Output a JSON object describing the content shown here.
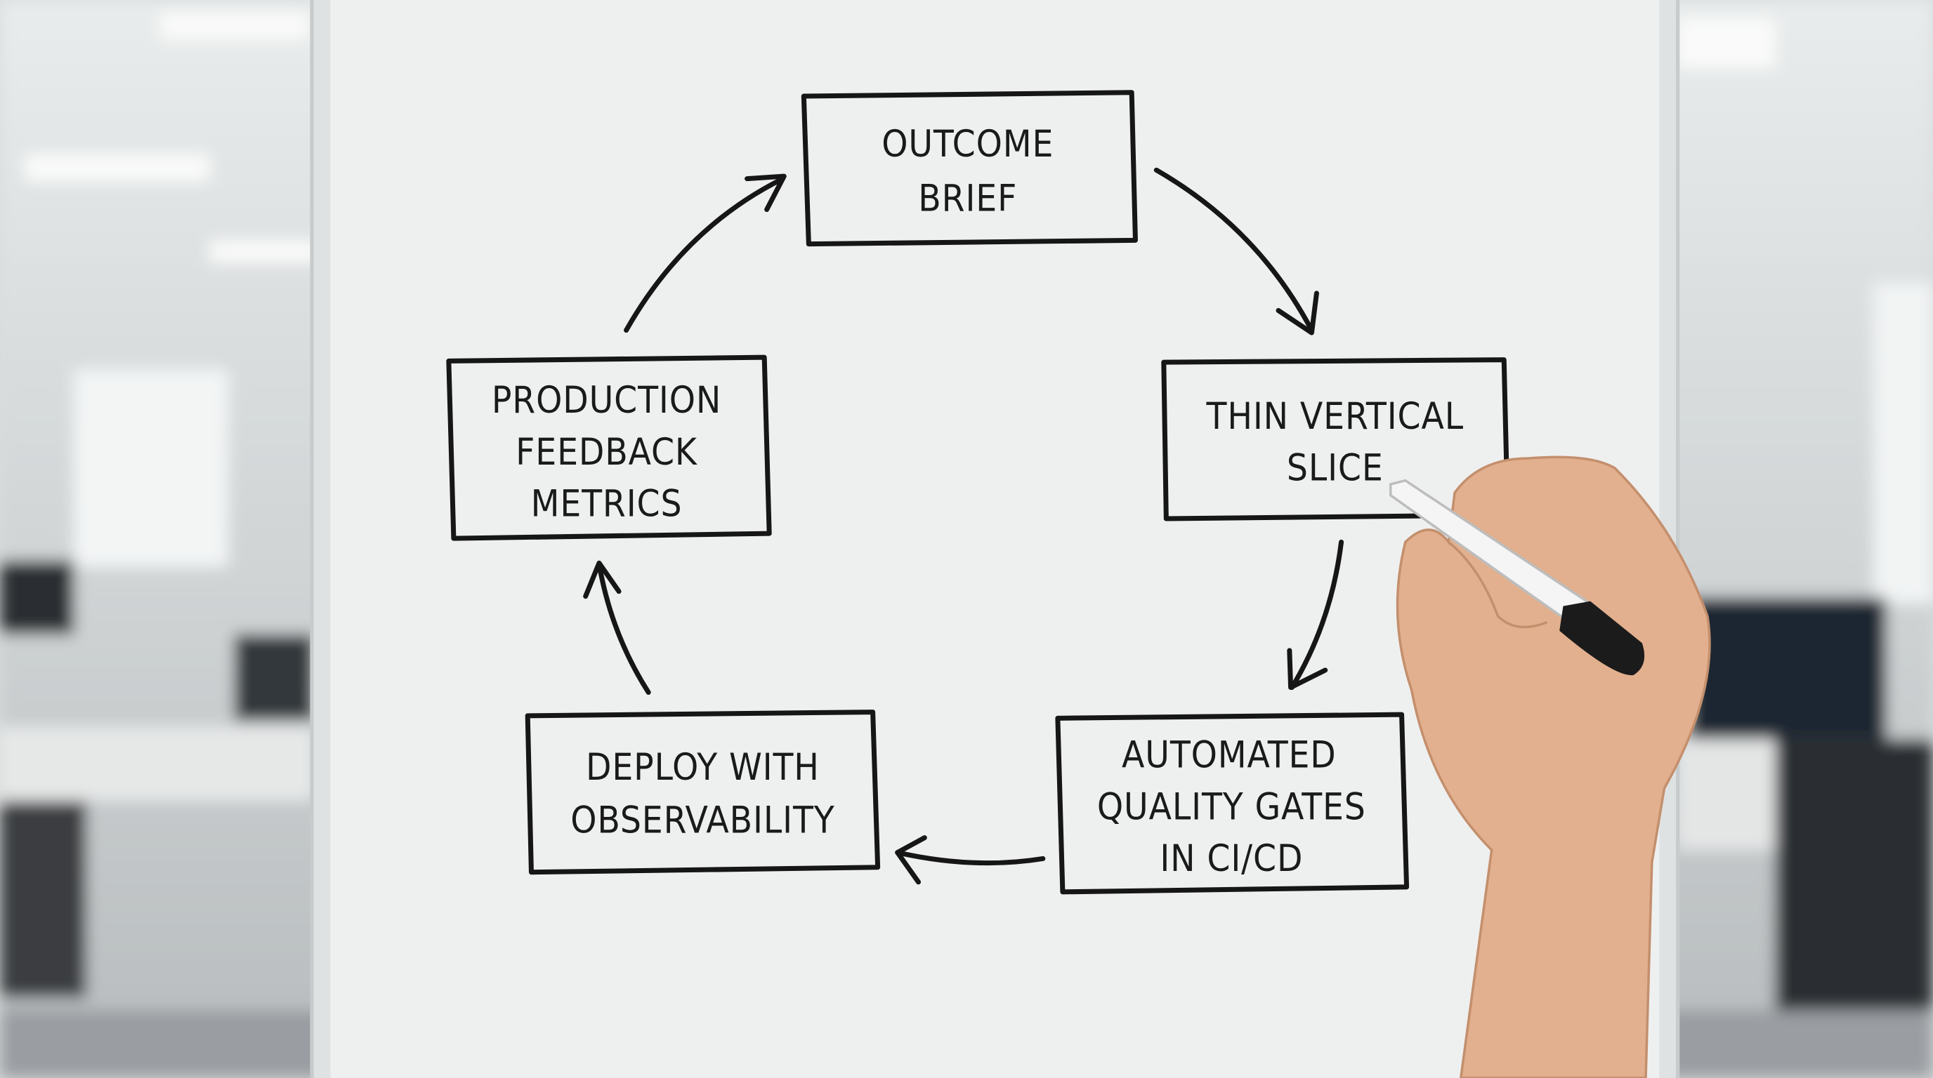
{
  "diagram": {
    "type": "cycle",
    "nodes": [
      {
        "id": "outcome",
        "lines": [
          "OUTCOME",
          "BRIEF"
        ]
      },
      {
        "id": "slice",
        "lines": [
          "THIN VERTICAL",
          "SLICE"
        ]
      },
      {
        "id": "gates",
        "lines": [
          "AUTOMATED",
          "QUALITY GATES",
          "IN CI/CD"
        ]
      },
      {
        "id": "deploy",
        "lines": [
          "DEPLOY WITH",
          "OBSERVABILITY"
        ]
      },
      {
        "id": "feedback",
        "lines": [
          "PRODUCTION",
          "FEEDBACK",
          "METRICS"
        ]
      }
    ],
    "edges": [
      {
        "from": "outcome",
        "to": "slice"
      },
      {
        "from": "slice",
        "to": "gates"
      },
      {
        "from": "gates",
        "to": "deploy"
      },
      {
        "from": "deploy",
        "to": "feedback"
      },
      {
        "from": "feedback",
        "to": "outcome"
      }
    ]
  },
  "colors": {
    "ink": "#161616",
    "board": "#eef0f0",
    "background": "#d9dcdc",
    "skin": "#e2b08e"
  }
}
